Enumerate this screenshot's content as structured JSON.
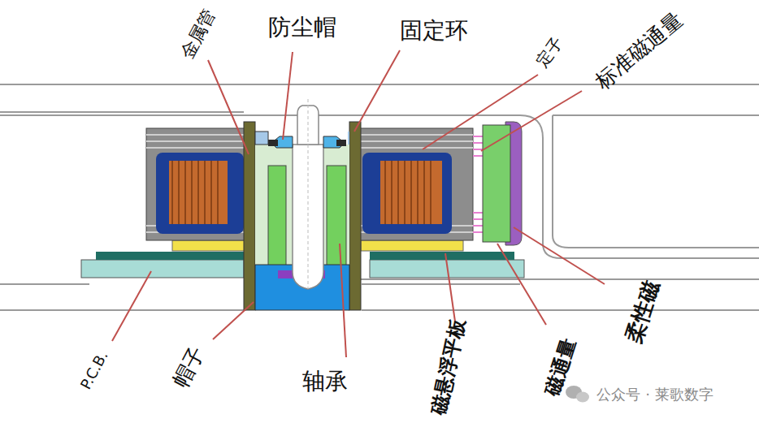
{
  "diagram": {
    "labels": [
      "金属管",
      "防尘帽",
      "固定环",
      "定子",
      "标准磁通量",
      "P.C.B.",
      "帽子",
      "轴承",
      "磁悬浮平板",
      "磁通量",
      "柔性磁",
      "公众号 · 莱歌数字"
    ]
  }
}
